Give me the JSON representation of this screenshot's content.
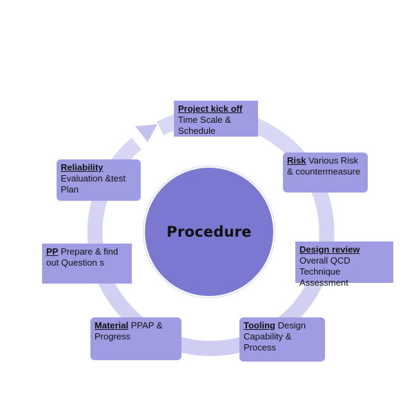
{
  "center": {
    "label": "Procedure"
  },
  "steps": {
    "kickoff": {
      "title": "Project  kick off",
      "text": "Time Scale & Schedule"
    },
    "risk": {
      "title": "Risk",
      "text": " Various Risk & countermeasure"
    },
    "design_review": {
      "title": "Design review",
      "text": " Overall QCD Technique Assessment"
    },
    "tooling": {
      "title": "Tooling",
      "text": " Design Capability & Process"
    },
    "material": {
      "title": "Material",
      "text": " PPAP & Progress"
    },
    "pp": {
      "title": "PP",
      "text": " Prepare & find out Question s"
    },
    "reliability": {
      "title": "Reliability",
      "text": "Evaluation &test Plan"
    }
  },
  "colors": {
    "center_fill": "#7b78d2",
    "box_fill": "#9f9ce3",
    "ring": "#d4d3f3",
    "arrow": "#c3c1ee"
  }
}
